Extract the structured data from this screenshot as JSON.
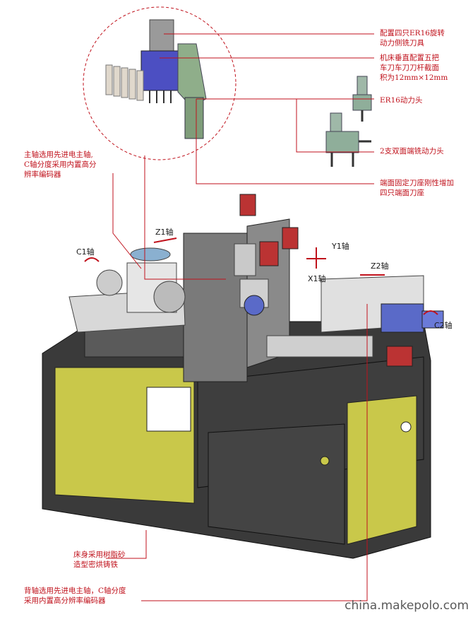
{
  "callouts": {
    "er16_tools": [
      "配置四只ER16旋转",
      "动力侧铣刀具"
    ],
    "vertical_tools": [
      "机床垂直配置五把",
      "车刀车刀刀杆截面",
      "积为12mm×12mm"
    ],
    "er16_head": [
      "ER16动力头"
    ],
    "double_head": [
      "2支双面端铣动力头"
    ],
    "end_seat": [
      "端面固定刀座刚性增加",
      "四只端面刀座"
    ],
    "main_spindle": [
      "主轴选用先进电主轴,",
      "C轴分度采用内置高分",
      "辨率编码器"
    ],
    "bed": [
      "床身采用树脂砂",
      "造型密烘铸铁"
    ],
    "sub_spindle": [
      "背轴选用先进电主轴，C轴分度",
      "采用内置高分辨率编码器"
    ]
  },
  "axes": {
    "z1": "Z1轴",
    "c1": "C1轴",
    "y1": "Y1轴",
    "x1": "X1轴",
    "z2": "Z2轴",
    "c2": "C2轴"
  },
  "watermark": "china.makepolo.com",
  "colors": {
    "callout_red": "#c0121c",
    "base_dark": "#2e2e2e",
    "base_yellow": "#c9c84a",
    "panel_grey": "#8a8a8a",
    "tool_green": "#8fae8a",
    "spindle_blue": "#5a6ac8"
  }
}
